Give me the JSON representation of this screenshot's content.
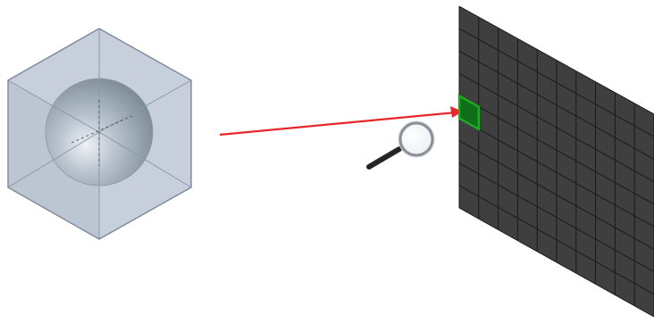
{
  "figure": {
    "cube_with_sphere": {
      "cube_face_color": "#c3ccd9",
      "cube_edge_color": "#7f8a9a",
      "sphere_color": "#8a99a8"
    },
    "arrow": {
      "color": "#e8262b"
    },
    "mesh_panel": {
      "grid_color": "#3f3f3f",
      "line_color": "#1a1a1a",
      "columns": 10,
      "rows": 9,
      "highlight_color": "#1faa1f",
      "highlight_cell": {
        "column": 1,
        "row": 5
      }
    },
    "magnifier_icon": "magnifying-glass-icon"
  }
}
